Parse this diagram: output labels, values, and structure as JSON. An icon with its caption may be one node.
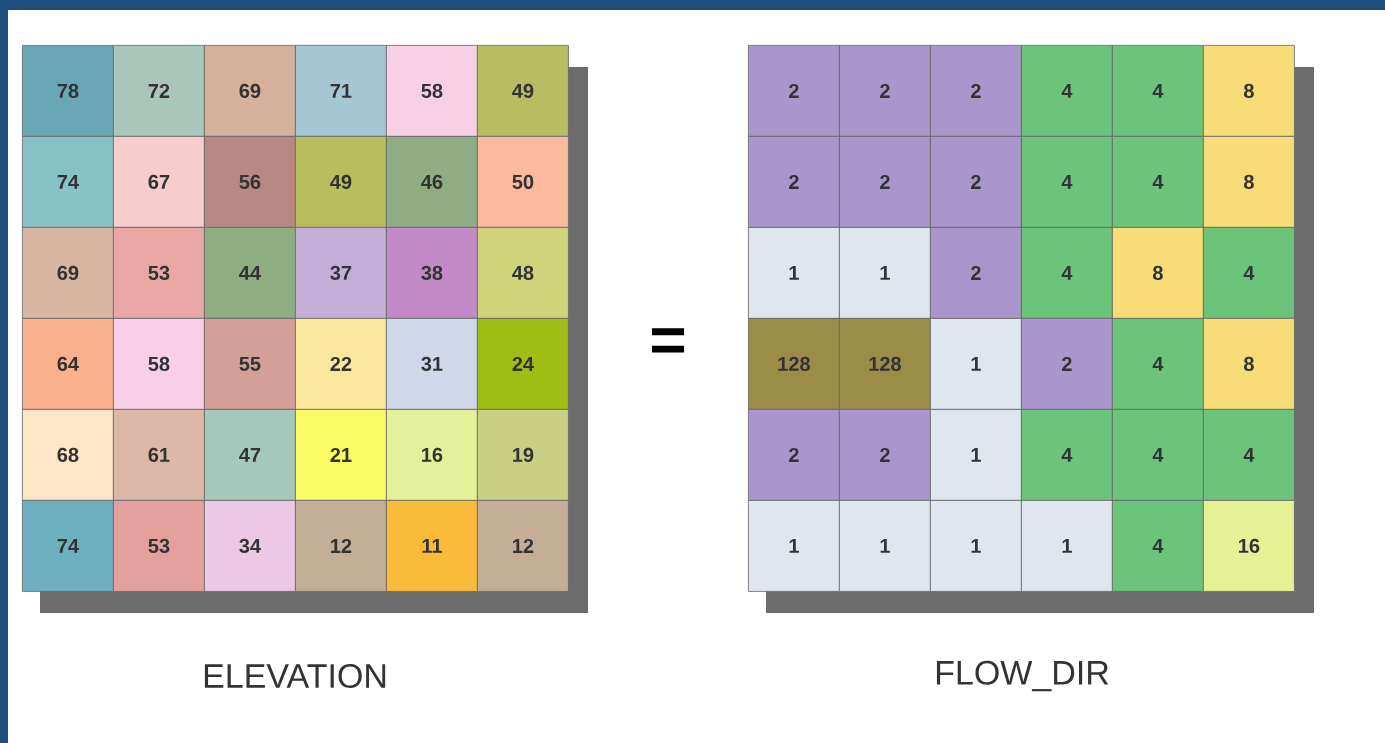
{
  "diagram": {
    "labels": [
      "78",
      "72",
      "69",
      "71",
      "58",
      "49",
      "74",
      "67",
      "56",
      "49",
      "46",
      "50",
      "69",
      "53",
      "44",
      "37",
      "38",
      "48",
      "64",
      "58",
      "55",
      "22",
      "31",
      "24",
      "68",
      "61",
      "47",
      "21",
      "16",
      "19",
      "74",
      "53",
      "34",
      "12",
      "11",
      "12",
      "=",
      "2",
      "2",
      "2",
      "4",
      "4",
      "8",
      "2",
      "2",
      "2",
      "4",
      "4",
      "8",
      "1",
      "1",
      "2",
      "4",
      "8",
      "4",
      "128",
      "128",
      "1",
      "2",
      "4",
      "8",
      "2",
      "2",
      "1",
      "4",
      "4",
      "4",
      "1",
      "1",
      "1",
      "1",
      "4",
      "16",
      "ELEVATION",
      "FLOW_DIR"
    ]
  }
}
